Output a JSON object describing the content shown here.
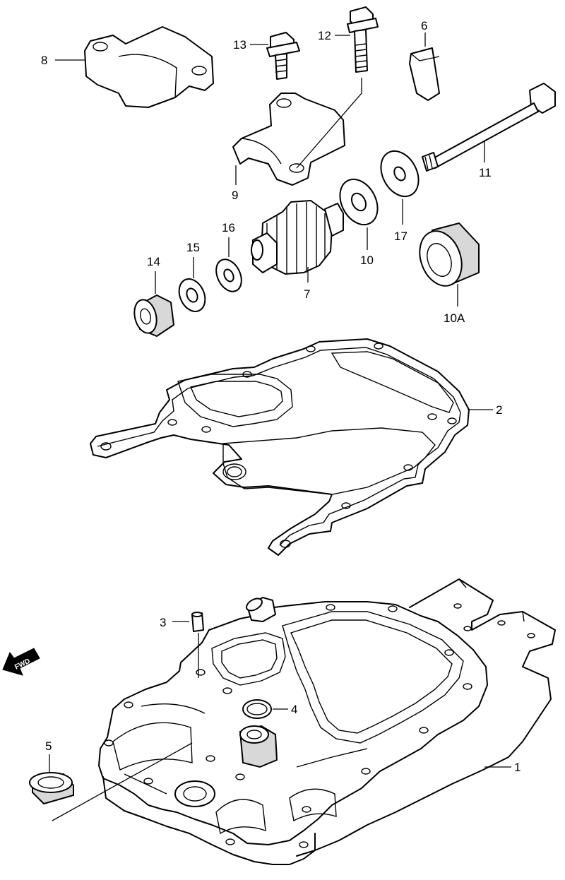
{
  "callouts": {
    "c1": "1",
    "c2": "2",
    "c3": "3",
    "c4": "4",
    "c5": "5",
    "c6": "6",
    "c7": "7",
    "c8": "8",
    "c9": "9",
    "c10": "10",
    "c10a": "10A",
    "c11": "11",
    "c12": "12",
    "c13": "13",
    "c14": "14",
    "c15": "15",
    "c16": "16",
    "c17": "17"
  },
  "direction_indicator": {
    "label": "FWD"
  },
  "colors": {
    "line": "#000000",
    "background": "#ffffff"
  }
}
